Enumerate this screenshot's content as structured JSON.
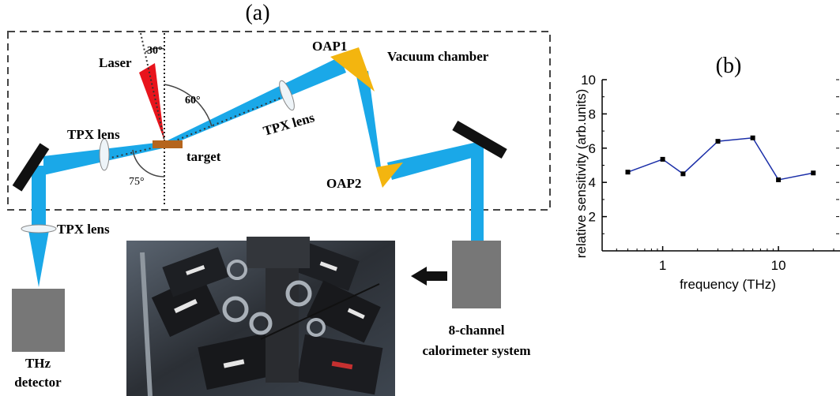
{
  "panel_a": {
    "label": "(a)",
    "laser": "Laser",
    "angle_30": "30°",
    "angle_60": "60°",
    "angle_75": "75°",
    "target": "target",
    "tpx_lens_left": "TPX lens",
    "tpx_lens_mid": "TPX lens",
    "tpx_lens_bottom": "TPX lens",
    "oap1": "OAP1",
    "oap2": "OAP2",
    "vacuum_chamber": "Vacuum chamber",
    "detector_line1": "THz",
    "detector_line2": "detector",
    "calorimeter_line1": "8-channel",
    "calorimeter_line2": "calorimeter system"
  },
  "panel_b": {
    "label": "(b)"
  },
  "colors": {
    "beam": "#1aa8e8",
    "laser": "#e8141c",
    "oap": "#f3b50f",
    "target": "#b5651d",
    "mirror": "#111111",
    "box": "#777777",
    "series": "#1a2ea8"
  },
  "chart_data": {
    "type": "line",
    "xlabel": "frequency (THz)",
    "ylabel": "relative sensitivity (arb.units)",
    "xscale": "log",
    "xlim": [
      0.3,
      30
    ],
    "ylim": [
      0,
      10
    ],
    "xticks": [
      1,
      10
    ],
    "xtick_labels": [
      "1",
      "10"
    ],
    "yticks": [
      2,
      4,
      6,
      8,
      10
    ],
    "ytick_labels": [
      "2",
      "4",
      "6",
      "8",
      "10"
    ],
    "grid": false,
    "series": [
      {
        "x": [
          0.5,
          1,
          1.5,
          3,
          6,
          10,
          20
        ],
        "y": [
          4.6,
          5.35,
          4.5,
          6.4,
          6.6,
          4.15,
          4.55
        ]
      }
    ]
  }
}
